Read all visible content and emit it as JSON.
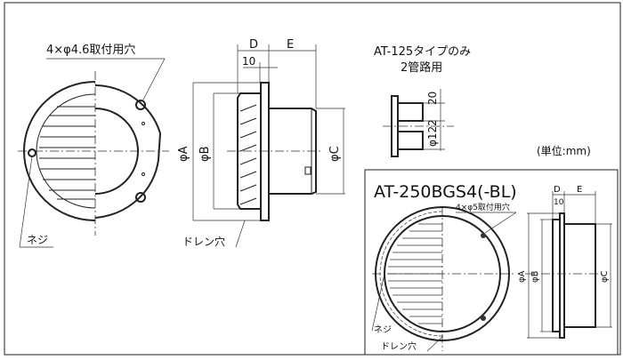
{
  "main_drawing": {
    "mounting_hole_label": "4×φ4.6取付用穴",
    "screw_label": "ネジ",
    "drain_label": "ドレン穴",
    "dim_d": "D",
    "dim_e": "E",
    "dim_10": "10",
    "dim_a": "φA",
    "dim_b": "φB",
    "dim_c": "φC"
  },
  "at125_note": {
    "line1": "AT-125タイプのみ",
    "line2": "2管路用",
    "dim_20": "20",
    "dim_122": "φ122"
  },
  "unit_label": "(単位:mm)",
  "inset": {
    "title": "AT-250BGS4(-BL)",
    "mounting_hole_label": "4×φ5取付用穴",
    "screw_label": "ネジ",
    "drain_label": "ドレン穴",
    "dim_d": "D",
    "dim_e": "E",
    "dim_10": "10",
    "dim_a": "φA",
    "dim_b": "φB",
    "dim_c": "φC"
  }
}
